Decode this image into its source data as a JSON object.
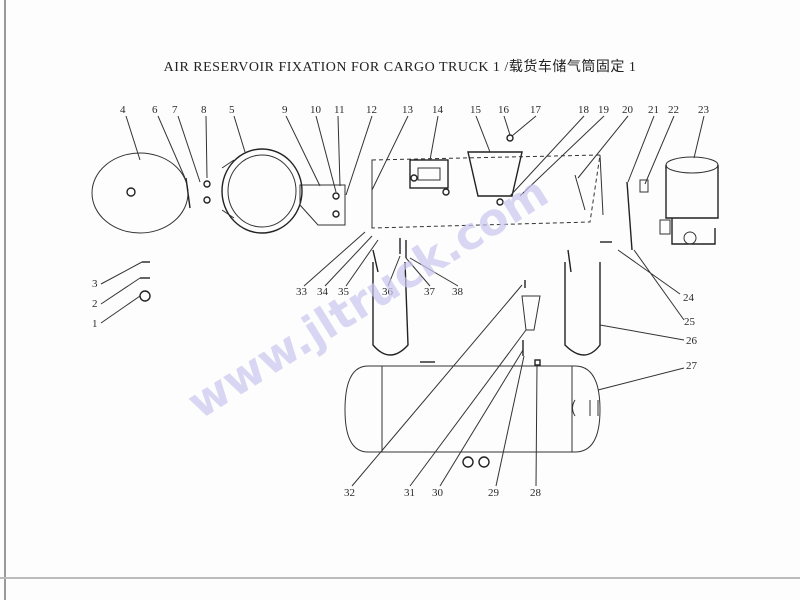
{
  "title": "AIR RESERVOIR FIXATION FOR CARGO TRUCK 1 /载货车储气筒固定 1",
  "watermark": "www.jltruck.com",
  "callouts": {
    "top": [
      "4",
      "5",
      "6",
      "7",
      "8",
      "9",
      "10",
      "11",
      "12",
      "13",
      "14",
      "15",
      "16",
      "17",
      "18",
      "19",
      "20",
      "21",
      "22",
      "23"
    ],
    "left": [
      "3",
      "2",
      "1"
    ],
    "mid": [
      "33",
      "34",
      "35",
      "36",
      "37",
      "38"
    ],
    "right": [
      "24",
      "25",
      "26",
      "27"
    ],
    "bottom": [
      "32",
      "31",
      "30",
      "29",
      "28"
    ]
  },
  "colors": {
    "ink": "#2a2a2a",
    "paper": "#fdfdfd",
    "watermark": "#c9c6ee"
  }
}
